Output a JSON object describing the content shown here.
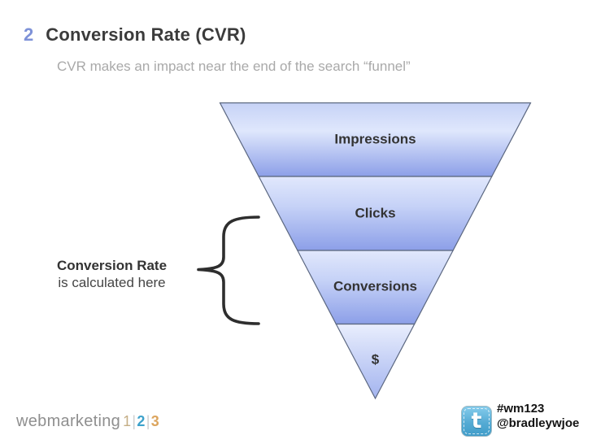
{
  "slide": {
    "number": "2",
    "title": "Conversion Rate (CVR)",
    "subtitle": "CVR makes an impact near the end of the search “funnel”"
  },
  "funnel": {
    "type": "funnel",
    "levels": [
      {
        "label": "Impressions"
      },
      {
        "label": "Clicks"
      },
      {
        "label": "Conversions"
      },
      {
        "label": "$"
      }
    ]
  },
  "annotation": {
    "line1": "Conversion Rate",
    "line2": "is calculated here"
  },
  "footer": {
    "logo": {
      "word": "webmarketing",
      "digit1": "1",
      "sep1": "|",
      "digit2": "2",
      "sep2": "|",
      "digit3": "3"
    },
    "twitter": {
      "icon_glyph": "t",
      "hashtag": "#wm123",
      "handle": "@bradleywjoe"
    }
  },
  "colors": {
    "accent_number": "#7e92d8",
    "funnel_light": "#e1e8fc",
    "funnel_dark": "#8c9fe8",
    "funnel_border": "#5b6780",
    "brace": "#2e2e2e",
    "logo_word": "#8f8f8f",
    "logo_digit1": "#c5ae86",
    "logo_digit2": "#3ea2cb",
    "logo_digit3": "#dca55e",
    "twitter_blue": "#4aa4cf"
  }
}
